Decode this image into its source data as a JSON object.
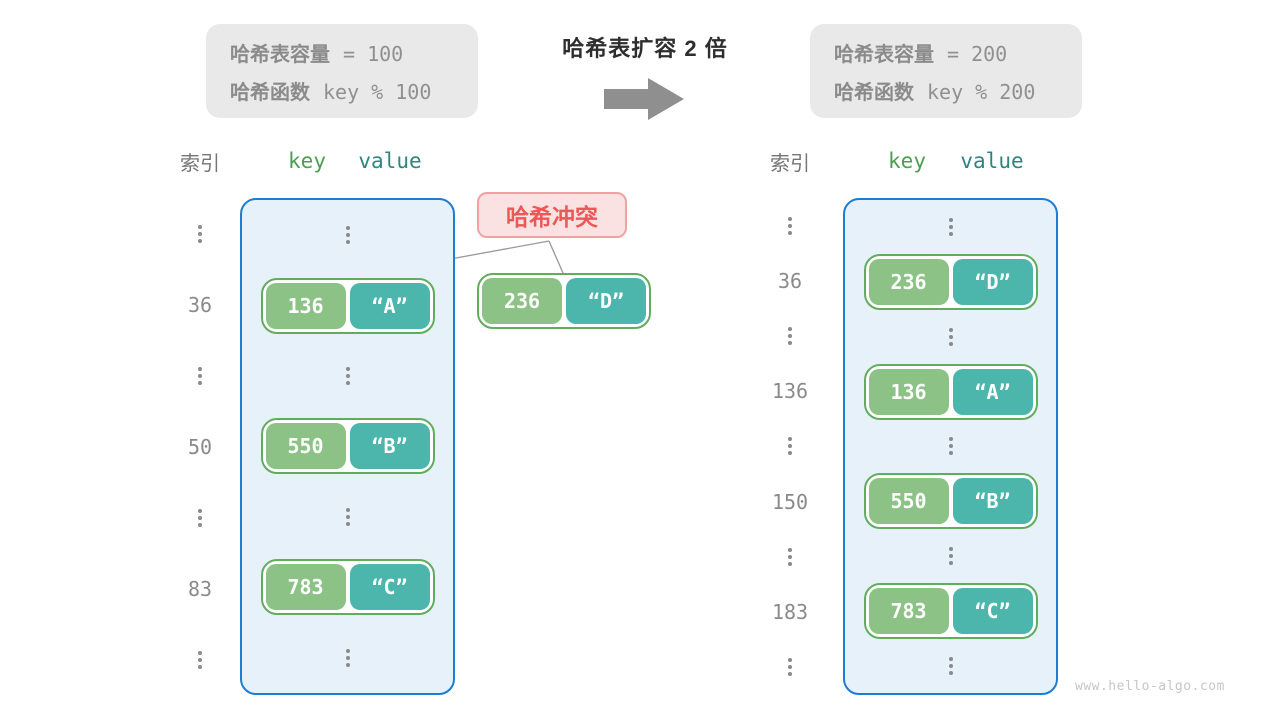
{
  "info_left": {
    "cap_label": "哈希表容量",
    "cap_value": "=  100",
    "fn_label": "哈希函数",
    "fn_value": "key % 100"
  },
  "transition": {
    "title": "哈希表扩容 2 倍"
  },
  "info_right": {
    "cap_label": "哈希表容量",
    "cap_value": "=  200",
    "fn_label": "哈希函数",
    "fn_value": "key % 200"
  },
  "collision": {
    "label": "哈希冲突"
  },
  "external_pair": {
    "key": "236",
    "value": "“D”"
  },
  "left_table": {
    "header_index": "索引",
    "header_key": "key",
    "header_value": "value",
    "rows": [
      {
        "kind": "dots"
      },
      {
        "kind": "pair",
        "index": "36",
        "key": "136",
        "value": "“A”"
      },
      {
        "kind": "dots"
      },
      {
        "kind": "pair",
        "index": "50",
        "key": "550",
        "value": "“B”"
      },
      {
        "kind": "dots"
      },
      {
        "kind": "pair",
        "index": "83",
        "key": "783",
        "value": "“C”"
      },
      {
        "kind": "dots"
      }
    ]
  },
  "right_table": {
    "header_index": "索引",
    "header_key": "key",
    "header_value": "value",
    "rows": [
      {
        "kind": "dots"
      },
      {
        "kind": "pair",
        "index": "36",
        "key": "236",
        "value": "“D”"
      },
      {
        "kind": "dots"
      },
      {
        "kind": "pair",
        "index": "136",
        "key": "136",
        "value": "“A”"
      },
      {
        "kind": "dots"
      },
      {
        "kind": "pair",
        "index": "150",
        "key": "550",
        "value": "“B”"
      },
      {
        "kind": "dots"
      },
      {
        "kind": "pair",
        "index": "183",
        "key": "783",
        "value": "“C”"
      },
      {
        "kind": "dots"
      }
    ]
  },
  "watermark": "www.hello-algo.com",
  "colors": {
    "key_cell": "#8cc285",
    "value_cell": "#4db6ac",
    "pair_border": "#62ac5e",
    "table_border": "#1d7dd2",
    "table_bg": "#e6f1fa",
    "collision_bg": "#fbe2e2",
    "collision_border": "#f0a2a2",
    "collision_text": "#ec5758",
    "info_box_bg": "#e9e9e9",
    "gray_text": "#8b8b8b",
    "arrow": "#8f8f8f",
    "header_key": "#4c9e52",
    "header_value": "#2f847e"
  }
}
